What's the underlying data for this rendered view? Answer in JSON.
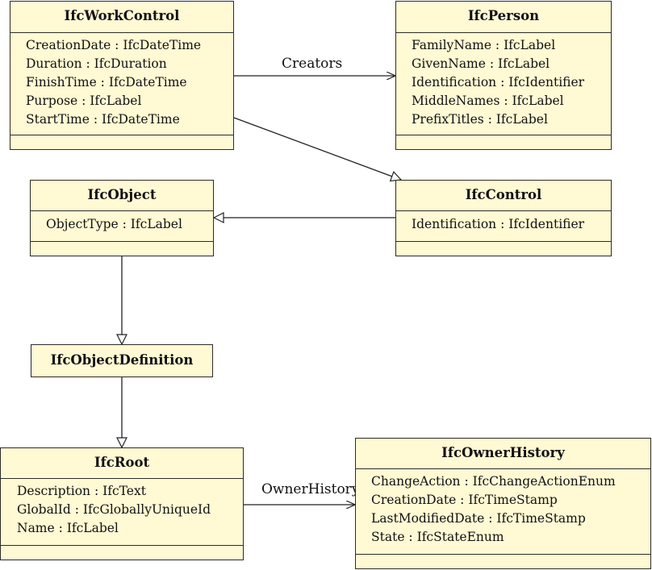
{
  "classes": {
    "workcontrol": {
      "name": "IfcWorkControl",
      "attributes": [
        "CreationDate : IfcDateTime",
        "Duration : IfcDuration",
        "FinishTime : IfcDateTime",
        "Purpose : IfcLabel",
        "StartTime : IfcDateTime"
      ]
    },
    "person": {
      "name": "IfcPerson",
      "attributes": [
        "FamilyName : IfcLabel",
        "GivenName : IfcLabel",
        "Identification : IfcIdentifier",
        "MiddleNames : IfcLabel",
        "PrefixTitles : IfcLabel"
      ]
    },
    "object": {
      "name": "IfcObject",
      "attributes": [
        "ObjectType : IfcLabel"
      ]
    },
    "control": {
      "name": "IfcControl",
      "attributes": [
        "Identification : IfcIdentifier"
      ]
    },
    "objectdefinition": {
      "name": "IfcObjectDefinition",
      "attributes": []
    },
    "root": {
      "name": "IfcRoot",
      "attributes": [
        "Description : IfcText",
        "GlobalId : IfcGloballyUniqueId",
        "Name : IfcLabel"
      ]
    },
    "ownerhistory": {
      "name": "IfcOwnerHistory",
      "attributes": [
        "ChangeAction : IfcChangeActionEnum",
        "CreationDate : IfcTimeStamp",
        "LastModifiedDate : IfcTimeStamp",
        "State : IfcStateEnum"
      ]
    }
  },
  "relations": {
    "creators": "Creators",
    "ownerhistory": "OwnerHistory"
  },
  "colors": {
    "box_fill": "#fff9d4",
    "stroke": "#2b2b2b"
  }
}
